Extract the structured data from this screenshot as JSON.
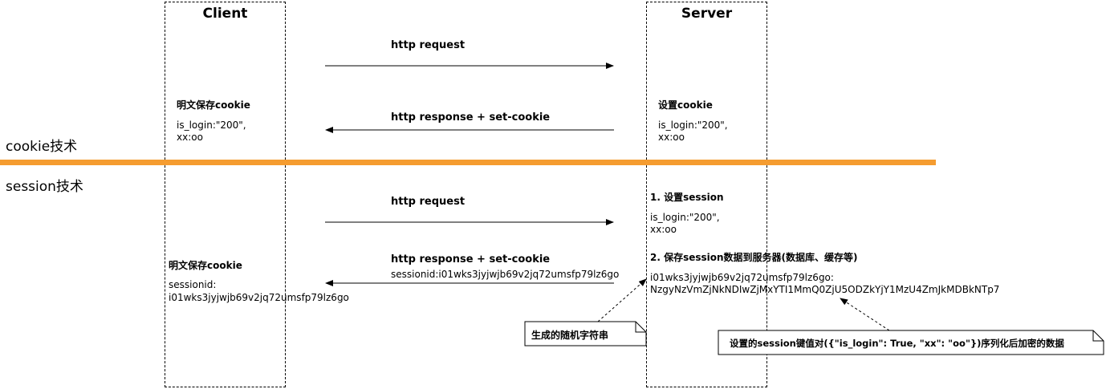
{
  "lanes": {
    "client": "Client",
    "server": "Server"
  },
  "sections": {
    "cookie": "cookie技术",
    "session": "session技术"
  },
  "cookie_flow": {
    "request_label": "http request",
    "response_label": "http response + set-cookie",
    "client_title": "明文保存cookie",
    "client_line1": "is_login:\"200\",",
    "client_line2": "xx:oo",
    "server_title": "设置cookie",
    "server_line1": "is_login:\"200\",",
    "server_line2": "xx:oo"
  },
  "session_flow": {
    "request_label": "http request",
    "response_label": "http response + set-cookie",
    "response_sub": "sessionid:i01wks3jyjwjb69v2jq72umsfp79lz6go",
    "client_title": "明文保存cookie",
    "client_line1": "sessionid:",
    "client_line2": "i01wks3jyjwjb69v2jq72umsfp79lz6go",
    "server_step1": "1. 设置session",
    "server_step1_line1": "is_login:\"200\",",
    "server_step1_line2": "xx:oo",
    "server_step2": "2. 保存session数据到服务器(数据库、缓存等)",
    "server_step2_line1": "i01wks3jyjwjb69v2jq72umsfp79lz6go:",
    "server_step2_line2": "NzgyNzVmZjNkNDIwZjMxYTI1MmQ0ZjU5ODZkYjY1MzU4ZmJkMDBkNTp7"
  },
  "notes": {
    "random_string": "生成的随机字符串",
    "encrypted_data": "设置的session键值对({\"is_login\": True, \"xx\": \"oo\"})序列化后加密的数据"
  },
  "colors": {
    "divider": "#f59c30",
    "line": "#000000"
  }
}
